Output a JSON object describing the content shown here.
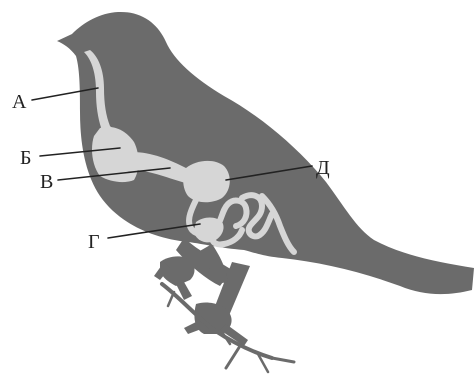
{
  "colors": {
    "silhouette": "#6b6b6b",
    "organs": "#d6d6d6",
    "ink": "#222222",
    "background": "#ffffff"
  },
  "labels": {
    "a": "А",
    "b": "Б",
    "v": "В",
    "g": "Г",
    "d": "Д"
  }
}
